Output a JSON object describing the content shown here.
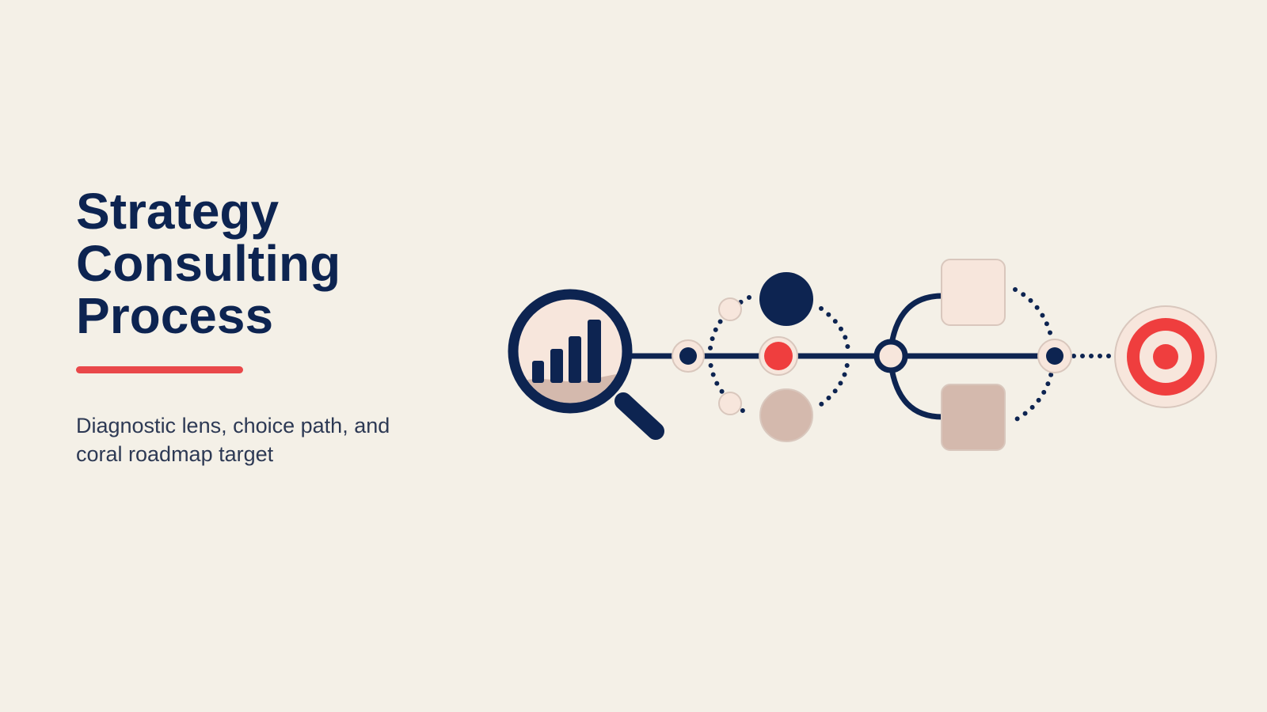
{
  "slide": {
    "title_lines": [
      "Strategy",
      "Consulting",
      "Process"
    ],
    "subtitle_lines": [
      "Diagnostic lens, choice path, and",
      "coral roadmap target"
    ]
  },
  "diagram": {
    "stages": [
      {
        "name": "diagnostic-lens",
        "icon": "magnifying-glass-bar-chart-icon"
      },
      {
        "name": "choice-path",
        "icon": "option-nodes-icon"
      },
      {
        "name": "branch-decision",
        "icon": "branch-icon"
      },
      {
        "name": "roadmap-target",
        "icon": "target-icon"
      }
    ]
  },
  "colors": {
    "background": "#f4f0e7",
    "navy": "#0d2451",
    "coral": "#e9484a",
    "target_red": "#ef3e3e",
    "cream": "#f7e6dc",
    "muted_rose": "#d4b9ad",
    "body_text": "#2d3954"
  }
}
